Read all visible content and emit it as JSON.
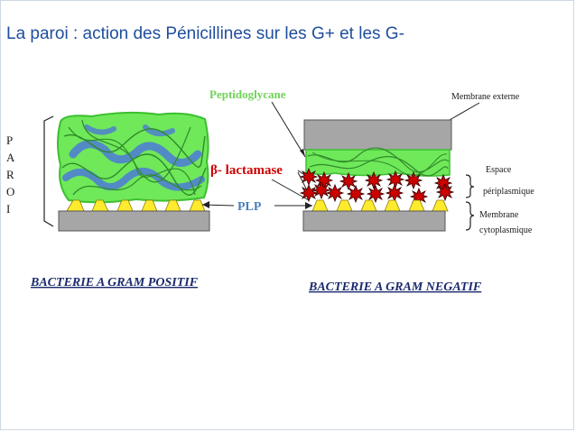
{
  "slide": {
    "title": "La paroi : action des Pénicillines sur les G+ et les G-"
  },
  "labels": {
    "paroi_letters": [
      "P",
      "A",
      "R",
      "O",
      "I"
    ],
    "peptidoglycane": "Peptidoglycane",
    "beta_symbol": "β",
    "lactamase": "- lactamase",
    "plp": "PLP",
    "membrane_externe": "Membrane externe",
    "espace_line1": "Espace",
    "espace_line2": "périplasmique",
    "membrane_line1": "Membrane",
    "membrane_line2": "cytoplasmique",
    "gram_positif": "BACTERIE A GRAM POSITIF",
    "gram_negatif": "BACTERIE A GRAM NEGATIF"
  },
  "colors": {
    "title": "#1f4e9e",
    "peptidoglycan_fill": "#6fe85a",
    "peptidoglycan_strands": "#3b8c3a",
    "blue_patch": "#4f7fd0",
    "membrane_gray": "#a6a6a6",
    "plp_yellow": "#ffeb2e",
    "lactamase_red": "#cc0000",
    "plp_blue": "#4a7ebb",
    "heading_navy": "#1b2a6e"
  }
}
